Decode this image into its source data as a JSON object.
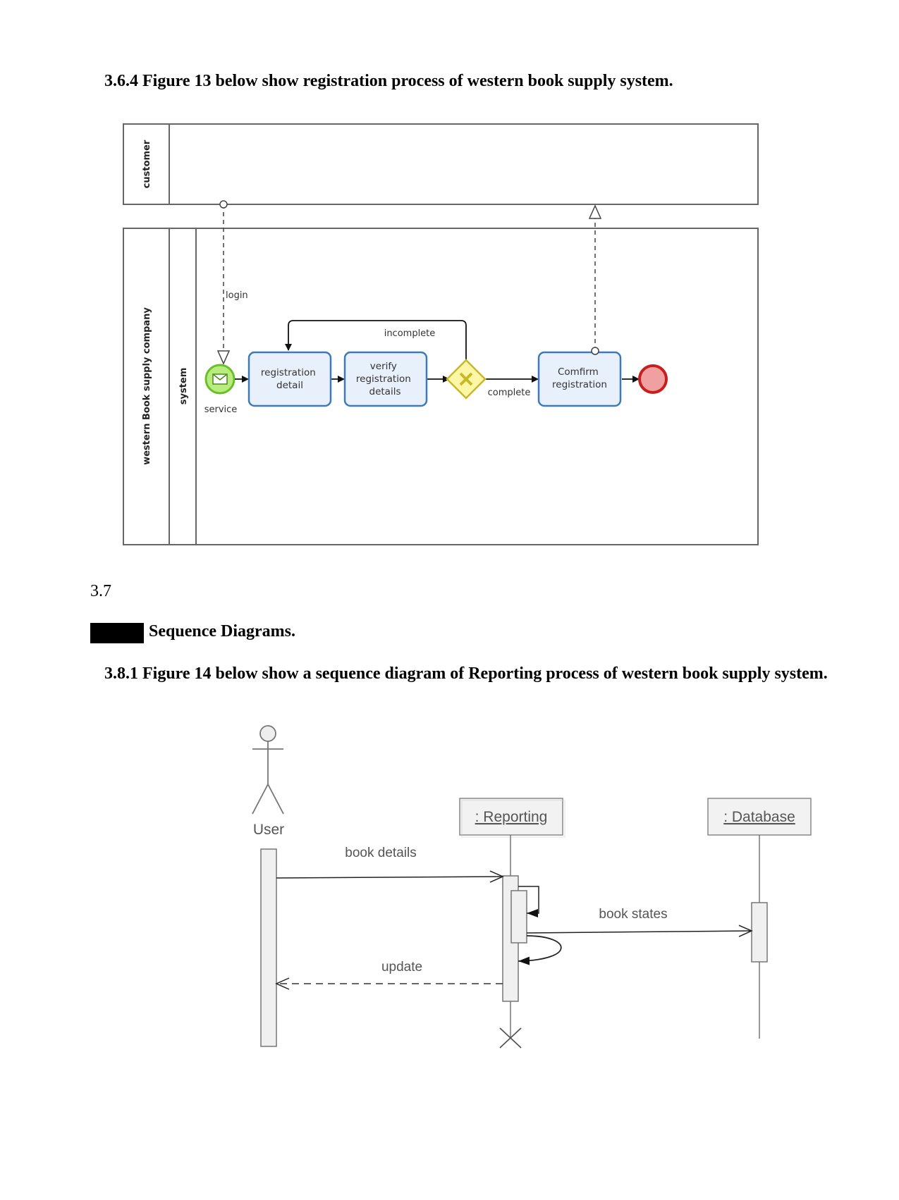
{
  "headings": {
    "fig13_caption": "3.6.4 Figure 13 below show registration  process of western book supply system.",
    "section_number": "3.7",
    "section_title": "Sequence Diagrams.",
    "fig14_caption": "3.8.1 Figure 14 below show a sequence diagram of  Reporting  process of western book supply system."
  },
  "bpmn": {
    "pool_customer": "customer",
    "pool_company": "western Book supply company",
    "lane_system": "system",
    "start_event_label": "service",
    "flow_login": "login",
    "task_registration": [
      "registration",
      "detail"
    ],
    "task_verify": [
      "verify",
      "registration",
      "details"
    ],
    "task_confirm": [
      "Comfirm",
      "registration"
    ],
    "flow_incomplete": "incomplete",
    "flow_complete": "complete",
    "colors": {
      "task_fill": "#e8f0fc",
      "task_stroke": "#3c7ab8",
      "start_fill": "#b8ec7c",
      "start_stroke": "#6cbf2c",
      "end_fill": "#f0a0a0",
      "end_stroke": "#c81e1e",
      "gateway_fill": "#fbf7a6",
      "gateway_stroke": "#c8b828"
    }
  },
  "sequence": {
    "actor": "User",
    "lifeline_reporting": ": Reporting",
    "lifeline_database": ": Database",
    "msg_book_details": "book details",
    "msg_book_states": "book states",
    "msg_update": "update"
  }
}
